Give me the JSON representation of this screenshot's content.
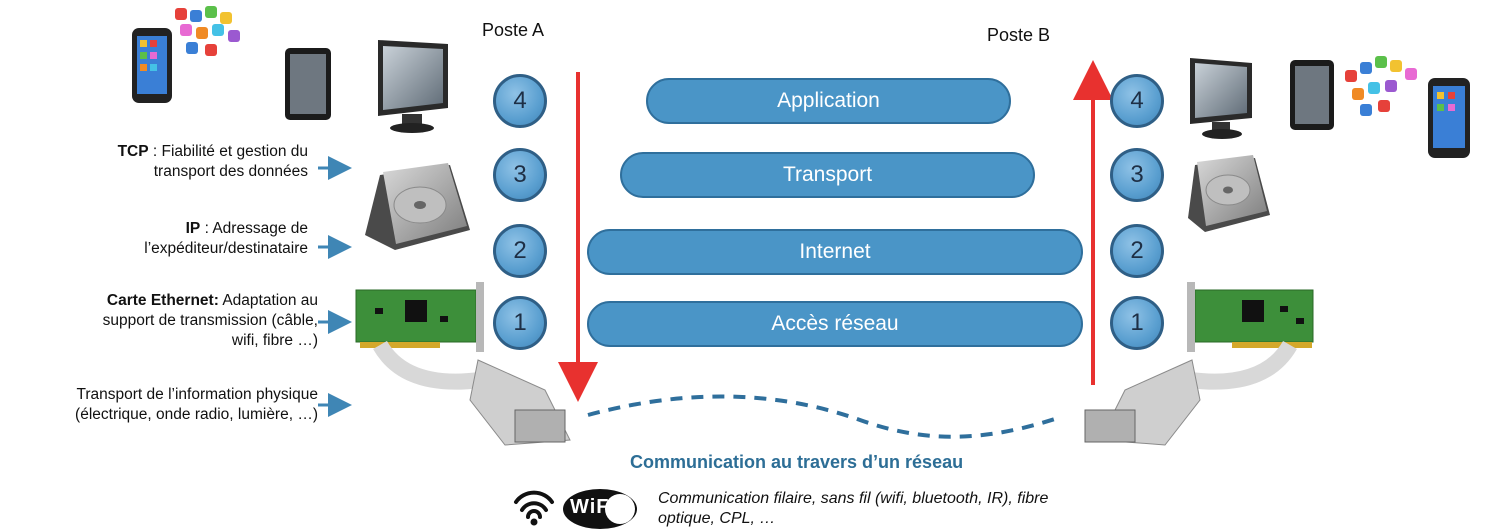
{
  "stations": {
    "a": "Poste A",
    "b": "Poste B"
  },
  "layers": [
    {
      "number": "4",
      "name": "Application"
    },
    {
      "number": "3",
      "name": "Transport"
    },
    {
      "number": "2",
      "name": "Internet"
    },
    {
      "number": "1",
      "name": "Accès réseau"
    }
  ],
  "annotations": {
    "tcp": {
      "bold": "TCP",
      "text": " : Fiabilité et gestion du",
      "line2": "transport des données"
    },
    "ip": {
      "bold": "IP",
      "text": " :  Adressage de",
      "line2": "l’expéditeur/destinataire"
    },
    "ethernet": {
      "bold": "Carte Ethernet:",
      "text": " Adaptation au",
      "line2": "support de transmission (câble,",
      "line3": "wifi, fibre …)"
    },
    "physical": {
      "line1": "Transport de l’information physique",
      "line2": "(électrique, onde radio, lumière, …)"
    }
  },
  "network": {
    "title": "Communication au travers d’un réseau",
    "description": "Communication filaire, sans fil (wifi, bluetooth, IR), fibre optique, CPL, …",
    "wifi_logo": "WiFi"
  },
  "colors": {
    "pill": "#4a95c7",
    "arrow": "#e8312f",
    "network_text": "#2d6e96"
  }
}
